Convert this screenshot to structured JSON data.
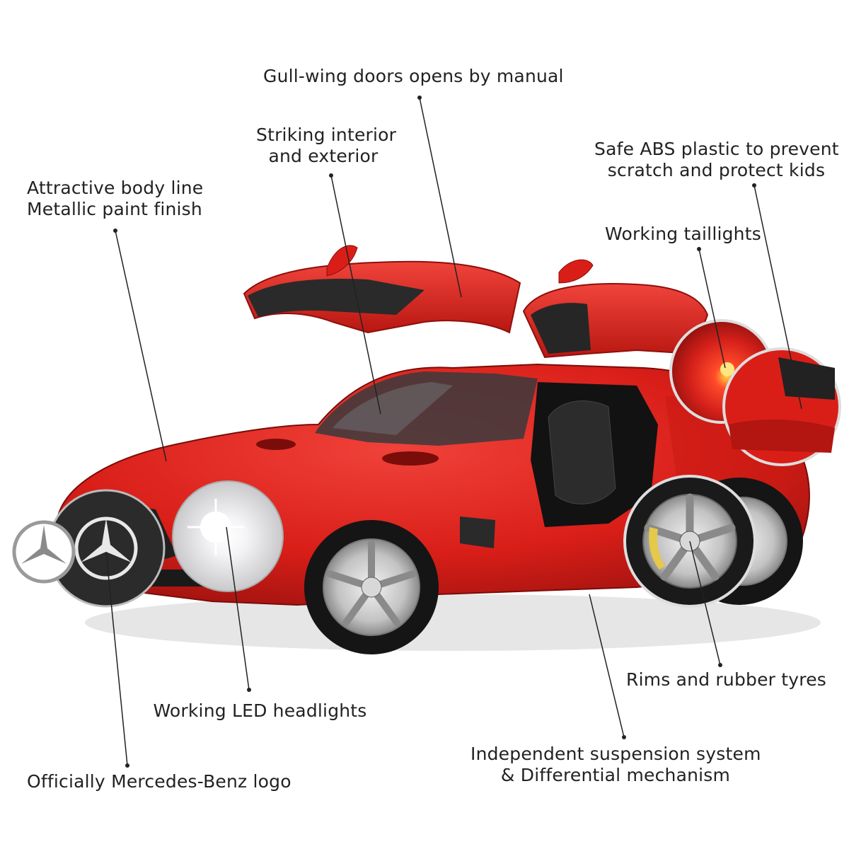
{
  "callouts": {
    "gull_wing_doors": "Gull-wing doors opens by manual",
    "interior_exterior_line1": "Striking interior",
    "interior_exterior_line2": "and exterior",
    "body_line_line1": "Attractive body line",
    "body_line_line2": "Metallic paint finish",
    "abs_plastic_line1": "Safe ABS plastic to prevent",
    "abs_plastic_line2": "scratch and protect kids",
    "taillights": "Working taillights",
    "rims_tyres": "Rims and rubber tyres",
    "led_headlights": "Working LED headlights",
    "suspension_line1": "Independent suspension system",
    "suspension_line2": "& Differential mechanism",
    "mercedes_logo": "Officially Mercedes-Benz logo"
  },
  "colors": {
    "car_body": "#d91e18",
    "car_shadow": "#9e1210",
    "interior": "#1c1c1c",
    "rim": "#c8c8c8",
    "callout_text": "#222222",
    "leader_line": "#222222"
  }
}
